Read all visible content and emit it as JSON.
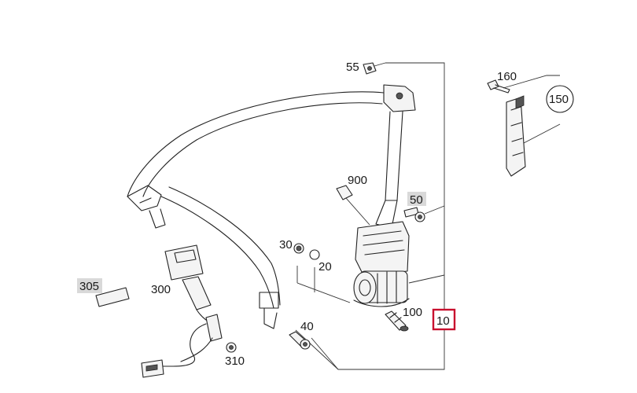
{
  "diagram": {
    "callouts": {
      "c55": "55",
      "c160": "160",
      "c150": "150",
      "c900": "900",
      "c50": "50",
      "c30": "30",
      "c20": "20",
      "c305": "305",
      "c300": "300",
      "c100": "100",
      "c10": "10",
      "c40": "40",
      "c310": "310"
    },
    "highlighted_callouts": [
      "50",
      "305"
    ],
    "selected_callout": "10",
    "colors": {
      "highlight_bg": "#d9d9d9",
      "selected_border": "#c8102e",
      "line": "#222222"
    }
  }
}
